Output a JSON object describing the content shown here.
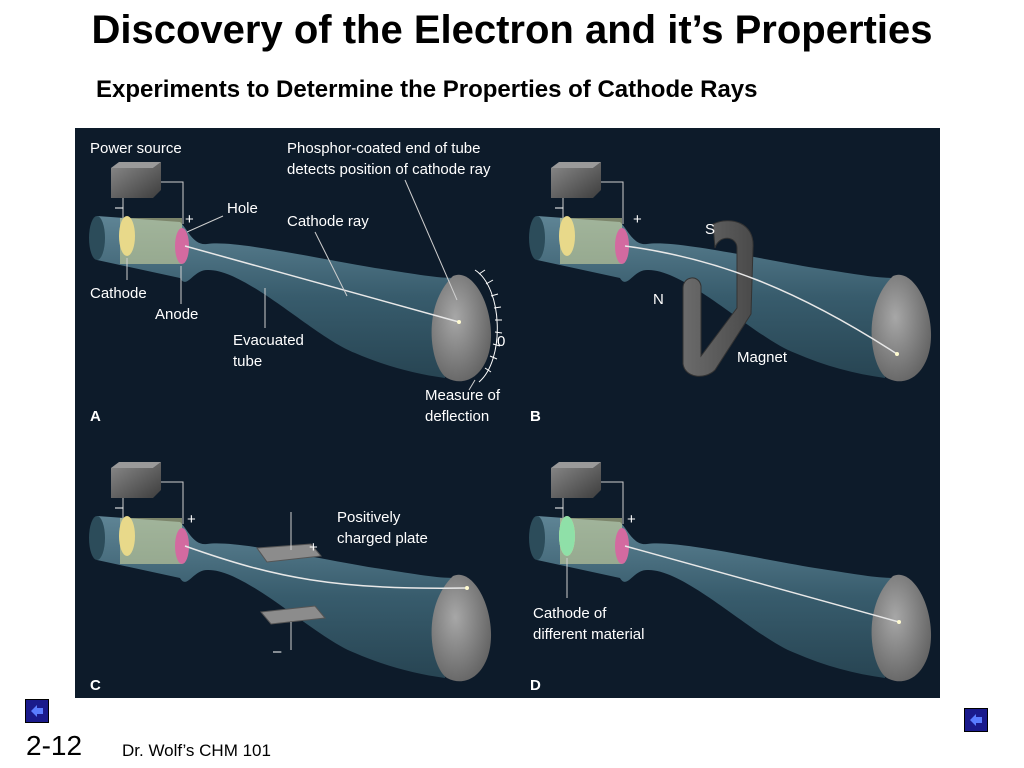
{
  "slide": {
    "title": "Discovery of the Electron and it’s Properties",
    "subtitle": "Experiments to Determine the Properties of Cathode Rays",
    "number": "2-12",
    "footer": "Dr. Wolf’s CHM 101"
  },
  "panels": {
    "A": {
      "letter": "A",
      "power_source": "Power source",
      "phosphor_1": "Phosphor-coated end of tube",
      "phosphor_2": "detects position of cathode ray",
      "hole": "Hole",
      "cathode_ray": "Cathode ray",
      "cathode": "Cathode",
      "anode": "Anode",
      "evacuated_1": "Evacuated",
      "evacuated_2": "tube",
      "measure_1": "Measure of",
      "measure_2": "deflection",
      "zero": "0",
      "minus": "–",
      "plus": "+"
    },
    "B": {
      "letter": "B",
      "south": "S",
      "north": "N",
      "magnet": "Magnet",
      "minus": "–",
      "plus": "+"
    },
    "C": {
      "letter": "C",
      "plate_1": "Positively",
      "plate_2": "charged plate",
      "plate_plus": "+",
      "plate_minus": "–",
      "minus": "–",
      "plus": "+"
    },
    "D": {
      "letter": "D",
      "cathode_1": "Cathode of",
      "cathode_2": "different material",
      "minus": "–",
      "plus": "+"
    }
  },
  "nav": {
    "prev_icon": "back-arrow-icon",
    "next_icon": "back-arrow-icon"
  },
  "colors": {
    "panel_bg": "#0d1b2a",
    "tube": "#4e7a8c",
    "cathode": "#e8d98a",
    "anode": "#d36aa0",
    "cathode_alt": "#8fe0a8",
    "nav_button": "#1a1a8c"
  }
}
